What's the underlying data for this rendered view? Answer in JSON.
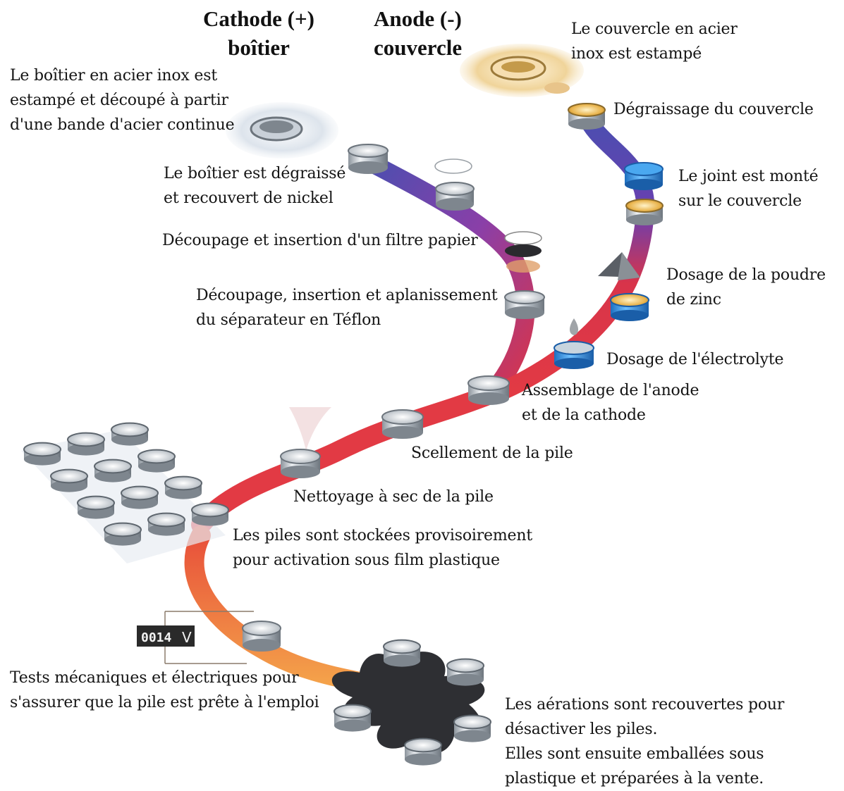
{
  "headers": {
    "cathode": {
      "line1": "Cathode (+)",
      "line2": "boîtier"
    },
    "anode": {
      "line1": "Anode (-)",
      "line2": "couvercle"
    }
  },
  "steps": {
    "cathode_stamp": {
      "l1": "Le boîtier en acier inox est",
      "l2": "estampé et découpé à partir",
      "l3": "d'une bande d'acier continue"
    },
    "cathode_degrease": {
      "l1": "Le boîtier est dégraissé",
      "l2": "et recouvert de nickel"
    },
    "filter": {
      "l1": "Découpage et insertion d'un filtre papier"
    },
    "separator": {
      "l1": "Découpage, insertion et aplanissement",
      "l2": "du séparateur en Téflon"
    },
    "lid_stamp": {
      "l1": "Le couvercle en acier",
      "l2": "inox est estampé"
    },
    "lid_degrease": {
      "l1": "Dégraissage du couvercle"
    },
    "seal": {
      "l1": "Le joint est monté",
      "l2": "sur le couvercle"
    },
    "zinc": {
      "l1": "Dosage de la poudre",
      "l2": "de zinc"
    },
    "electrolyte": {
      "l1": "Dosage de l'électrolyte"
    },
    "assembly": {
      "l1": "Assemblage de l'anode",
      "l2": "et de la cathode"
    },
    "sealing": {
      "l1": "Scellement de la pile"
    },
    "cleaning": {
      "l1": "Nettoyage à sec de la pile"
    },
    "storage": {
      "l1": "Les piles sont stockées provisoirement",
      "l2": "pour activation sous film plastique"
    },
    "tests": {
      "l1": "Tests mécaniques et électriques pour",
      "l2": "s'assurer que la pile est prête à l'emploi"
    },
    "packaging": {
      "l1": "Les aérations sont recouvertes pour",
      "l2": "désactiver les piles.",
      "l3": "Elles sont ensuite emballées sous",
      "l4": "plastique et préparées à la vente."
    }
  },
  "meter": {
    "digits": "0014",
    "unit": "V"
  },
  "colors": {
    "cathode_path": "#8a3fa8",
    "anode_path": "#5a48b8",
    "main_path": "#e23a44",
    "final_path": "#f08a3a",
    "seal_blue": "#2f8fe0",
    "lid_gold": "#e8b24a"
  }
}
